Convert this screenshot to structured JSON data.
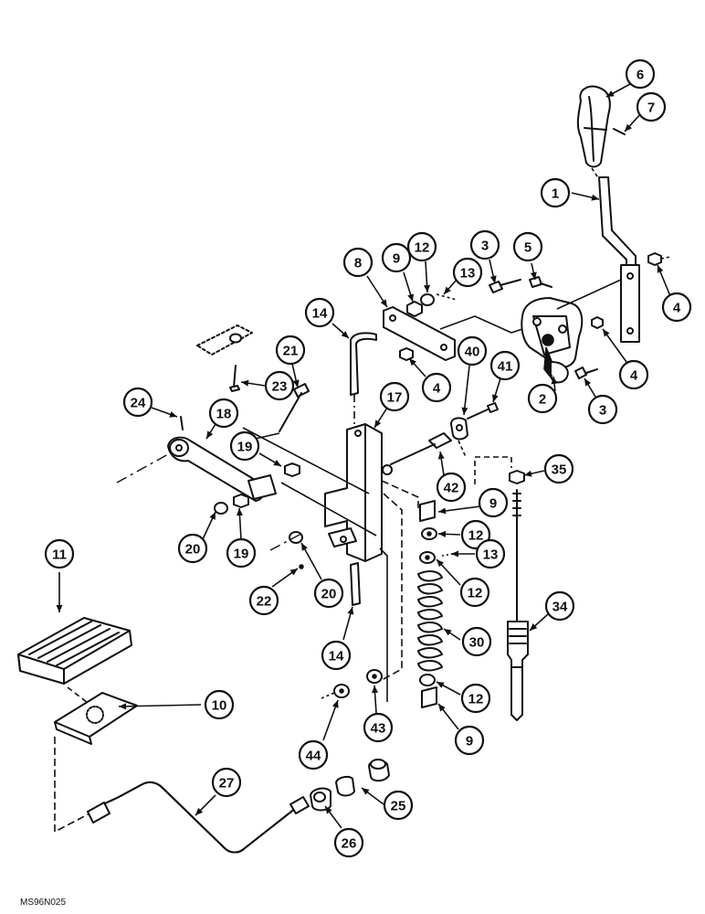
{
  "drawing_code": "MS96N025",
  "callouts": [
    {
      "label": "1"
    },
    {
      "label": "2"
    },
    {
      "label": "3"
    },
    {
      "label": "3"
    },
    {
      "label": "4"
    },
    {
      "label": "4"
    },
    {
      "label": "4"
    },
    {
      "label": "5"
    },
    {
      "label": "6"
    },
    {
      "label": "7"
    },
    {
      "label": "8"
    },
    {
      "label": "9"
    },
    {
      "label": "9"
    },
    {
      "label": "9"
    },
    {
      "label": "10"
    },
    {
      "label": "11"
    },
    {
      "label": "12"
    },
    {
      "label": "12"
    },
    {
      "label": "12"
    },
    {
      "label": "12"
    },
    {
      "label": "13"
    },
    {
      "label": "13"
    },
    {
      "label": "14"
    },
    {
      "label": "14"
    },
    {
      "label": "17"
    },
    {
      "label": "18"
    },
    {
      "label": "19"
    },
    {
      "label": "19"
    },
    {
      "label": "20"
    },
    {
      "label": "20"
    },
    {
      "label": "21"
    },
    {
      "label": "22"
    },
    {
      "label": "23"
    },
    {
      "label": "24"
    },
    {
      "label": "25"
    },
    {
      "label": "26"
    },
    {
      "label": "27"
    },
    {
      "label": "30"
    },
    {
      "label": "34"
    },
    {
      "label": "35"
    },
    {
      "label": "40"
    },
    {
      "label": "41"
    },
    {
      "label": "42"
    },
    {
      "label": "43"
    },
    {
      "label": "44"
    }
  ]
}
